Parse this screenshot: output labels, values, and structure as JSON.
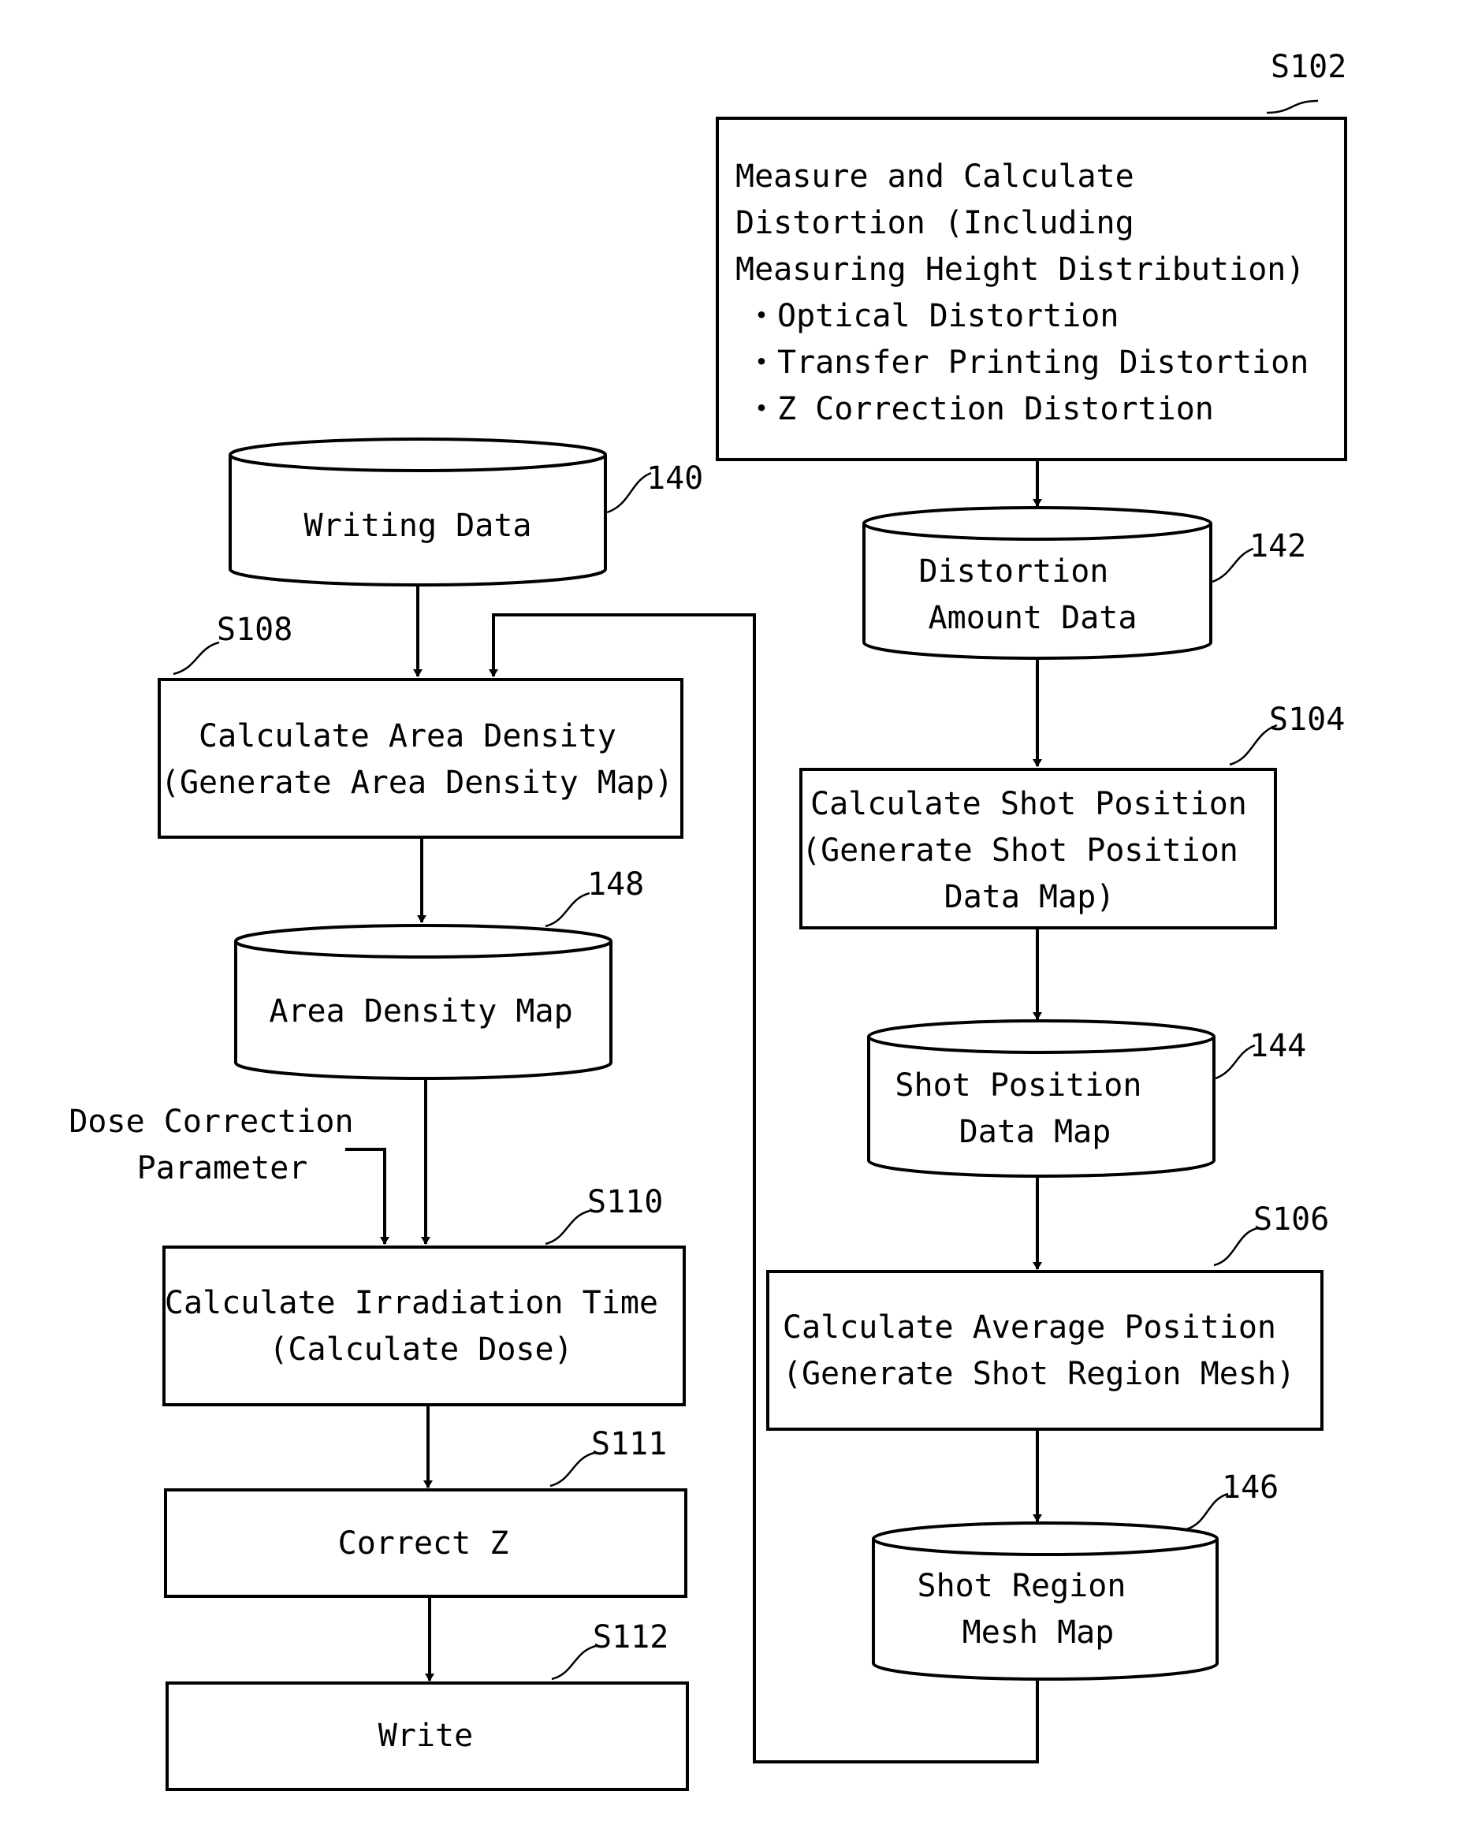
{
  "nodes": {
    "s102_box": {
      "ref": "S102",
      "lines": [
        "Measure and Calculate",
        "Distortion (Including",
        "Measuring Height Distribution)",
        "・Optical Distortion",
        "・Transfer Printing Distortion",
        "・Z Correction Distortion"
      ]
    },
    "db140": {
      "ref": "140",
      "lines": [
        "Writing Data"
      ]
    },
    "db142": {
      "ref": "142",
      "lines": [
        "Distortion",
        "Amount Data"
      ]
    },
    "s104_box": {
      "ref": "S104",
      "lines": [
        "Calculate Shot Position",
        "(Generate Shot Position",
        "Data Map)"
      ]
    },
    "db144": {
      "ref": "144",
      "lines": [
        "Shot Position",
        "Data Map"
      ]
    },
    "s106_box": {
      "ref": "S106",
      "lines": [
        "Calculate Average Position",
        "(Generate Shot Region Mesh)"
      ]
    },
    "db146": {
      "ref": "146",
      "lines": [
        "Shot Region",
        "Mesh Map"
      ]
    },
    "s108_box": {
      "ref": "S108",
      "lines": [
        "Calculate Area Density",
        "(Generate Area Density Map)"
      ]
    },
    "db148": {
      "ref": "148",
      "lines": [
        "Area Density Map"
      ]
    },
    "dose_param": {
      "lines": [
        "Dose Correction",
        "Parameter"
      ]
    },
    "s110_box": {
      "ref": "S110",
      "lines": [
        "Calculate Irradiation Time",
        "(Calculate Dose)"
      ]
    },
    "s111_box": {
      "ref": "S111",
      "lines": [
        "Correct Z"
      ]
    },
    "s112_box": {
      "ref": "S112",
      "lines": [
        "Write"
      ]
    }
  }
}
